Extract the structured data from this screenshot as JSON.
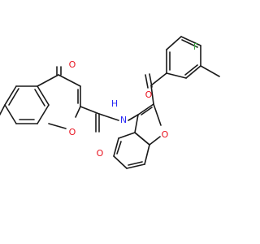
{
  "molecule": {
    "colors": {
      "bond": "#1a1a1a",
      "oxygen": "#e8131f",
      "nitrogen": "#2b2bf5",
      "fluorine": "#3fa646",
      "hydrogen": "#2b2bf5"
    },
    "atoms": {
      "o_carbonyl_chromone": "O",
      "o_ring_chromone": "O",
      "o_amide": "O",
      "n_amide": "N",
      "h_amide": "H",
      "o_ring_benzofuran": "O",
      "o_ketone": "O",
      "f_substituent": "F"
    }
  }
}
